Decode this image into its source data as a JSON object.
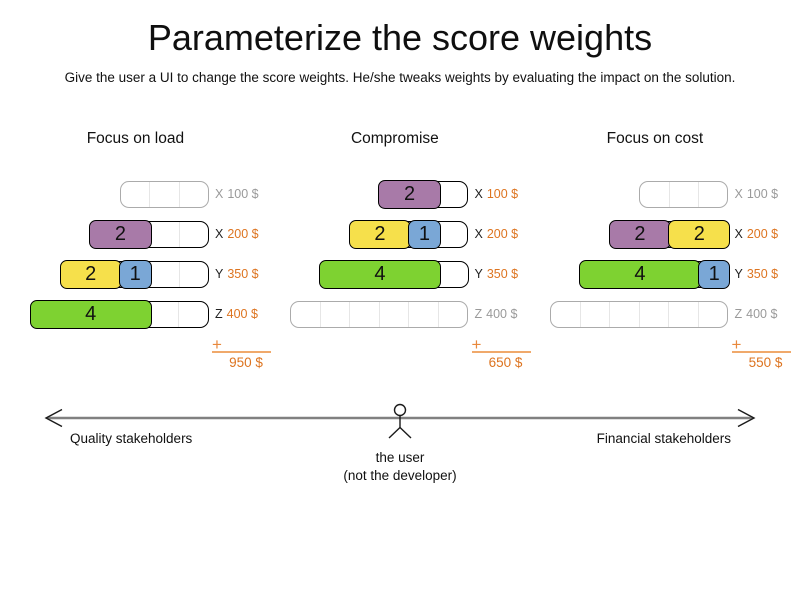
{
  "slide": {
    "title": "Parameterize the score weights",
    "subtitle": "Give the user a UI to change the score weights. He/she tweaks weights by evaluating the impact on the solution."
  },
  "colors": {
    "purple": "#a87aa8",
    "yellow": "#f6e04b",
    "blue": "#7aa7d6",
    "green": "#7ed231",
    "orange_text": "#dd7420",
    "orange_plus": "#e8883c",
    "orange_line": "#f0a96b",
    "inactive_text": "#9a9a9a",
    "active_letter": "#222222",
    "gridline": "#e6e6e6",
    "arrow_line": "#808080"
  },
  "scenarios": [
    {
      "title": "Focus on load",
      "plus": "+",
      "total": "950 $",
      "rows": [
        {
          "computer": "X",
          "price": "100 $",
          "capacity": 3,
          "active": false,
          "blocks": []
        },
        {
          "computer": "X",
          "price": "200 $",
          "capacity": 4,
          "active": true,
          "blocks": [
            {
              "load": 2,
              "color": "purple"
            }
          ]
        },
        {
          "computer": "Y",
          "price": "350 $",
          "capacity": 5,
          "active": true,
          "blocks": [
            {
              "load": 2,
              "color": "yellow"
            },
            {
              "load": 1,
              "color": "blue"
            }
          ]
        },
        {
          "computer": "Z",
          "price": "400 $",
          "capacity": 6,
          "active": true,
          "blocks": [
            {
              "load": 4,
              "color": "green"
            }
          ]
        }
      ]
    },
    {
      "title": "Compromise",
      "plus": "+",
      "total": "650 $",
      "rows": [
        {
          "computer": "X",
          "price": "100 $",
          "capacity": 3,
          "active": true,
          "blocks": [
            {
              "load": 2,
              "color": "purple"
            }
          ]
        },
        {
          "computer": "X",
          "price": "200 $",
          "capacity": 4,
          "active": true,
          "blocks": [
            {
              "load": 2,
              "color": "yellow"
            },
            {
              "load": 1,
              "color": "blue"
            }
          ]
        },
        {
          "computer": "Y",
          "price": "350 $",
          "capacity": 5,
          "active": true,
          "blocks": [
            {
              "load": 4,
              "color": "green"
            }
          ]
        },
        {
          "computer": "Z",
          "price": "400 $",
          "capacity": 6,
          "active": false,
          "blocks": []
        }
      ]
    },
    {
      "title": "Focus on cost",
      "plus": "+",
      "total": "550 $",
      "rows": [
        {
          "computer": "X",
          "price": "100 $",
          "capacity": 3,
          "active": false,
          "blocks": []
        },
        {
          "computer": "X",
          "price": "200 $",
          "capacity": 4,
          "active": true,
          "blocks": [
            {
              "load": 2,
              "color": "purple"
            },
            {
              "load": 2,
              "color": "yellow"
            }
          ]
        },
        {
          "computer": "Y",
          "price": "350 $",
          "capacity": 5,
          "active": true,
          "blocks": [
            {
              "load": 4,
              "color": "green"
            },
            {
              "load": 1,
              "color": "blue"
            }
          ]
        },
        {
          "computer": "Z",
          "price": "400 $",
          "capacity": 6,
          "active": false,
          "blocks": []
        }
      ]
    }
  ],
  "axis": {
    "left_label": "Quality stakeholders",
    "right_label": "Financial stakeholders",
    "user_label_line1": "the user",
    "user_label_line2": "(not the developer)"
  }
}
